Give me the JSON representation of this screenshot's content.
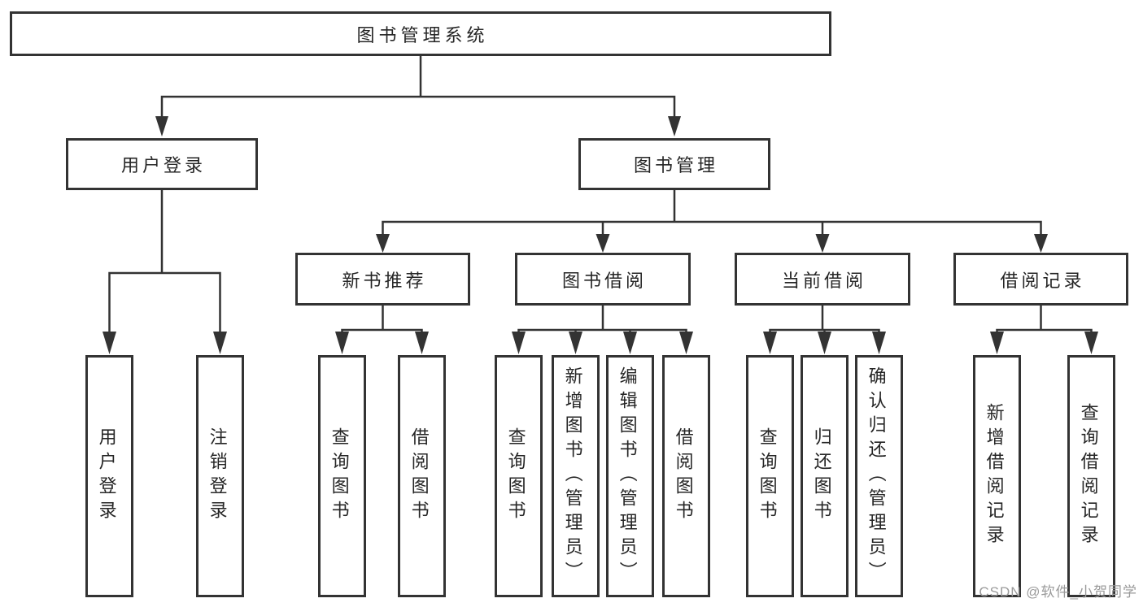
{
  "tree": {
    "label": "图书管理系统",
    "children": [
      {
        "label": "用户登录",
        "children": [
          {
            "label": "用户登录"
          },
          {
            "label": "注销登录"
          }
        ]
      },
      {
        "label": "图书管理",
        "children": [
          {
            "label": "新书推荐",
            "children": [
              {
                "label": "查询图书"
              },
              {
                "label": "借阅图书"
              }
            ]
          },
          {
            "label": "图书借阅",
            "children": [
              {
                "label": "查询图书"
              },
              {
                "label": "新增图书（管理员）"
              },
              {
                "label": "编辑图书（管理员）"
              },
              {
                "label": "借阅图书"
              }
            ]
          },
          {
            "label": "当前借阅",
            "children": [
              {
                "label": "查询图书"
              },
              {
                "label": "归还图书"
              },
              {
                "label": "确认归还（管理员）"
              }
            ]
          },
          {
            "label": "借阅记录",
            "children": [
              {
                "label": "新增借阅记录"
              },
              {
                "label": "查询借阅记录"
              }
            ]
          }
        ]
      }
    ]
  },
  "watermark": {
    "text": "CSDN @软件_小贺同学"
  },
  "colors": {
    "line": "#333333",
    "box_border": "#333333",
    "text": "#262626",
    "background": "#ffffff",
    "watermark": "#9a9a9a"
  }
}
